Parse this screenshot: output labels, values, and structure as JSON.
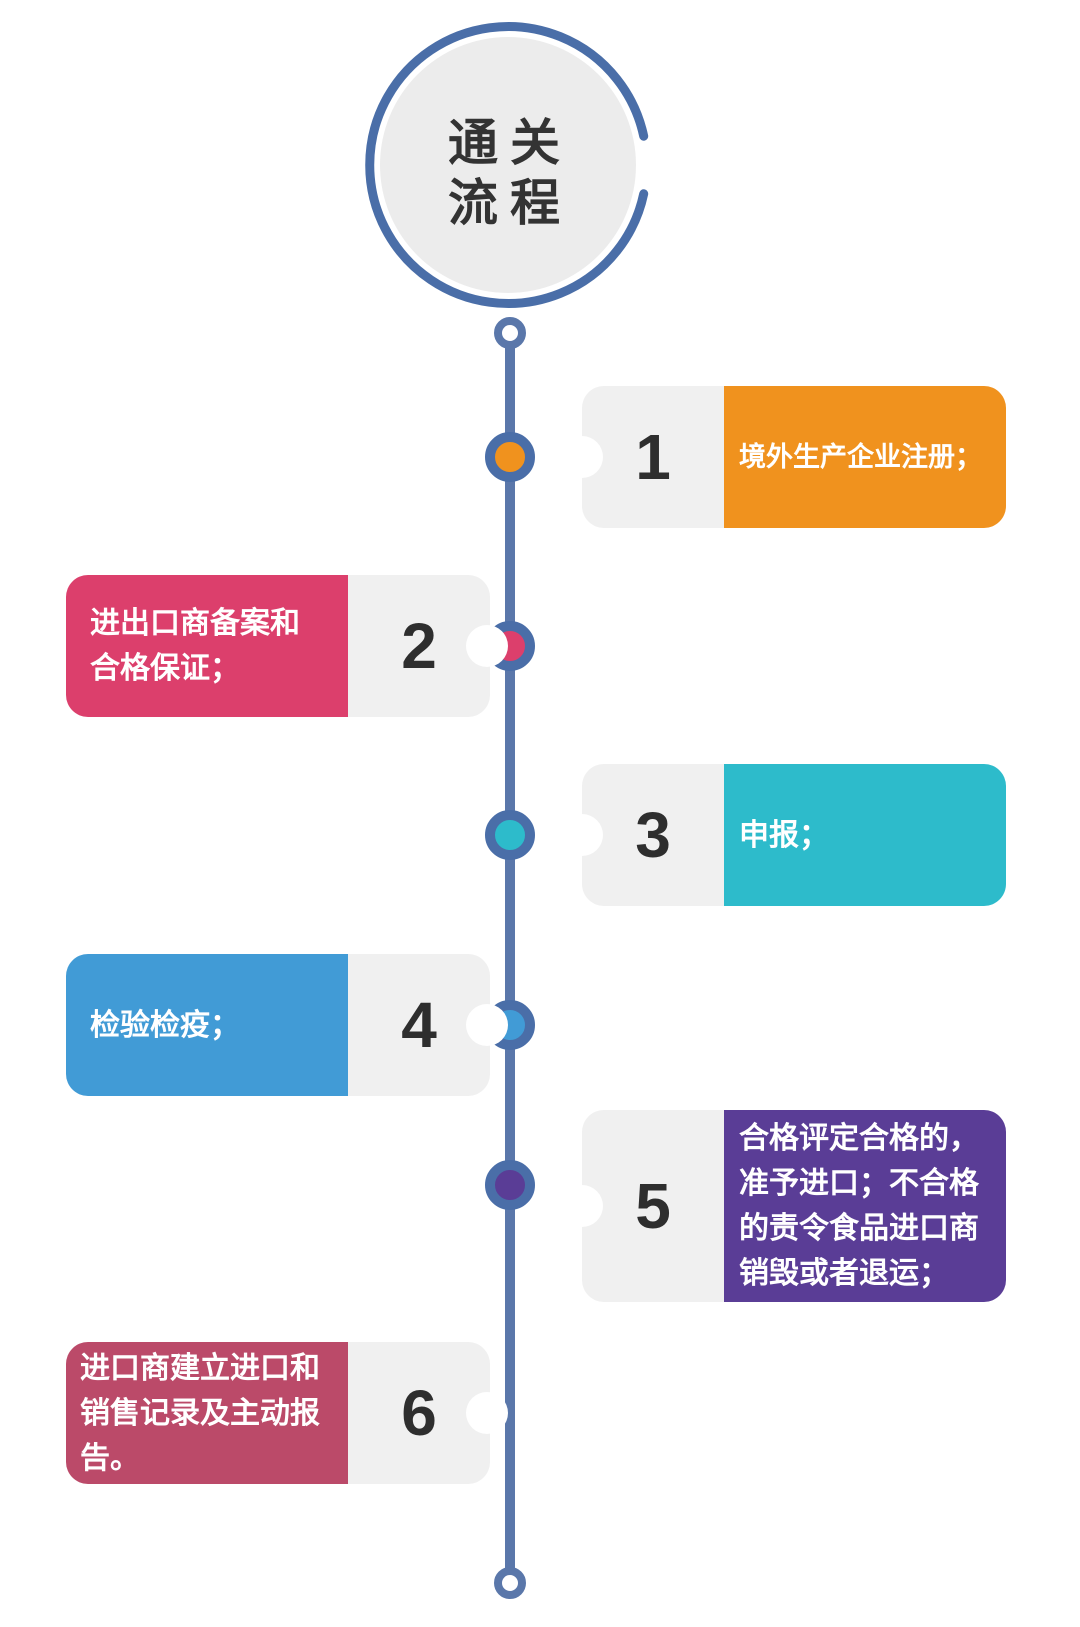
{
  "title": {
    "line1": "通关",
    "line2": "流程"
  },
  "colors": {
    "timeline": "#5a77aa",
    "ring": "#4a6ea8",
    "node_border": "#4a6ea8",
    "number_panel": "#f0f0f0",
    "number_text": "#2e2e2e"
  },
  "steps": [
    {
      "number": "1",
      "text": "境外生产企业注册；",
      "color": "#f0921e",
      "side": "right"
    },
    {
      "number": "2",
      "text": "进出口商备案和合格保证；",
      "color": "#dc3f6c",
      "side": "left"
    },
    {
      "number": "3",
      "text": "申报；",
      "color": "#2dbbcb",
      "side": "right"
    },
    {
      "number": "4",
      "text": "检验检疫；",
      "color": "#419bd6",
      "side": "left"
    },
    {
      "number": "5",
      "text": "合格评定合格的，准予进口；不合格的责令食品进口商销毁或者退运；",
      "color": "#5a3d96",
      "side": "right"
    },
    {
      "number": "6",
      "text": "进口商建立进口和销售记录及主动报告。",
      "color": "#bb4a69",
      "side": "left"
    }
  ]
}
